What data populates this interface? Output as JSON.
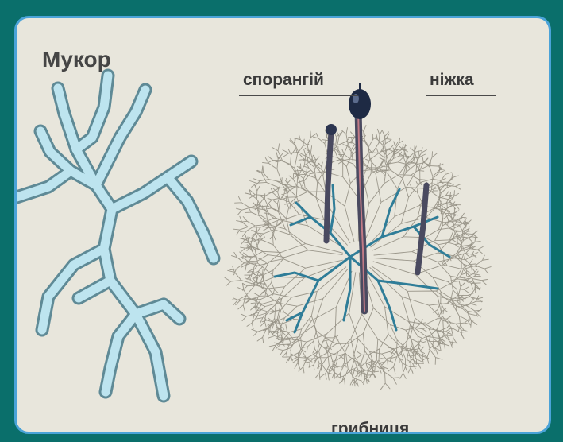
{
  "title": "Мукор",
  "labels": {
    "sporangium": "спорангій",
    "stalk": "ніжка",
    "mycelium": "грибниця"
  },
  "colors": {
    "background": "#0a6f6b",
    "frame": "#4aa3d8",
    "panel": "#e8e6dc",
    "hypha": "#a8d8e8",
    "mycelium": "#9a968a",
    "rhizoids": "#2f7d98",
    "stalk": "#4a4a60",
    "sporangium": "#1e2a44"
  }
}
